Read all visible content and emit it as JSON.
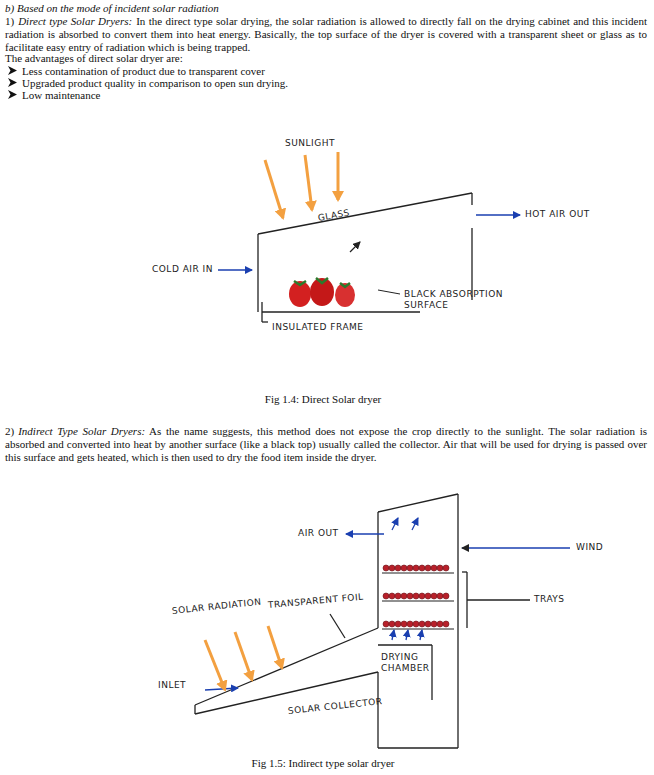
{
  "diagram": {
    "title": "b) Based on the mode of incident solar radiation",
    "labels": [
      "1)",
      "Direct type Solar Dryers:",
      "In the direct type solar drying, the solar radiation is allowed to directly fall on the drying cabinet and this incident radiation is absorbed to convert them into heat energy.  Basically, the top surface of the dryer is covered with a transparent sheet or glass as to facilitate easy entry of radiation which is being trapped.",
      "The advantages of direct solar dryer are:",
      "Less contamination of product due to transparent cover",
      "Upgraded product quality in comparison to open sun drying.",
      "Low maintenance",
      "SUNLIGHT",
      "GLASS",
      "HOT AIR OUT",
      "COLD AIR IN",
      "BLACK ABSORPTION SURFACE",
      "INSULATED FRAME",
      "Fig 1.4: Direct Solar dryer",
      "2)",
      "Indirect Type Solar Dryers:",
      "As the name suggests, this method does not expose the crop directly to the sunlight. The solar radiation is absorbed and converted into heat by another surface (like a black top) usually called the collector. Air that will be used for drying is passed over this surface and gets heated, which is then used to dry the food item inside the dryer.",
      "AIR OUT",
      "WIND",
      "TRAYS",
      "TRANSPARENT FOIL",
      "SOLAR RADIATION",
      "DRYING CHAMBER",
      "INLET",
      "SOLAR COLLECTOR",
      "Fig 1.5: Indirect type solar dryer"
    ]
  }
}
